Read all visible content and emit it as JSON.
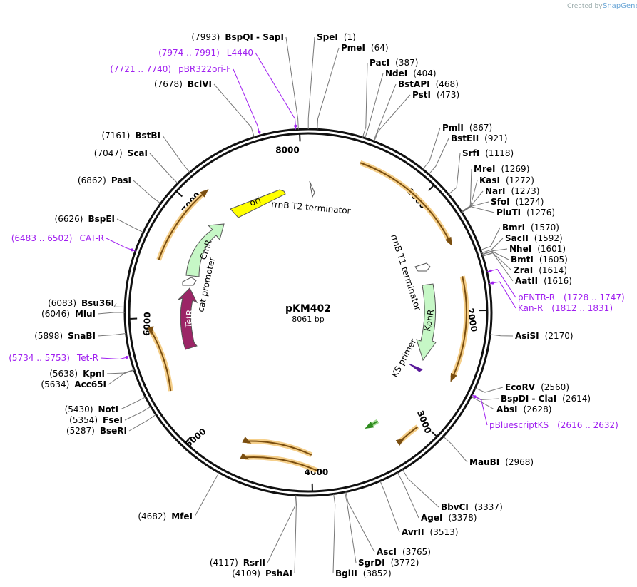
{
  "plasmid": {
    "name": "pKM402",
    "size_label": "8061 bp"
  },
  "credit": {
    "prefix": "Created by",
    "brand": "SnapGene"
  },
  "ticks": [
    "1000",
    "2000",
    "3000",
    "4000",
    "5000",
    "6000",
    "7000",
    "8000"
  ],
  "enzymes": [
    {
      "name": "SpeI",
      "pos": "(1)"
    },
    {
      "name": "PmeI",
      "pos": "(64)"
    },
    {
      "name": "PacI",
      "pos": "(387)"
    },
    {
      "name": "NdeI",
      "pos": "(404)"
    },
    {
      "name": "BstAPI",
      "pos": "(468)"
    },
    {
      "name": "PstI",
      "pos": "(473)"
    },
    {
      "name": "PmlI",
      "pos": "(867)"
    },
    {
      "name": "BstEII",
      "pos": "(921)"
    },
    {
      "name": "SrfI",
      "pos": "(1118)"
    },
    {
      "name": "MreI",
      "pos": "(1269)"
    },
    {
      "name": "KasI",
      "pos": "(1272)"
    },
    {
      "name": "NarI",
      "pos": "(1273)"
    },
    {
      "name": "SfoI",
      "pos": "(1274)"
    },
    {
      "name": "PluTI",
      "pos": "(1276)"
    },
    {
      "name": "BmrI",
      "pos": "(1570)"
    },
    {
      "name": "SacII",
      "pos": "(1592)"
    },
    {
      "name": "NheI",
      "pos": "(1601)"
    },
    {
      "name": "BmtI",
      "pos": "(1605)"
    },
    {
      "name": "ZraI",
      "pos": "(1614)"
    },
    {
      "name": "AatII",
      "pos": "(1616)"
    },
    {
      "name": "AsiSI",
      "pos": "(2170)"
    },
    {
      "name": "EcoRV",
      "pos": "(2560)"
    },
    {
      "name": "BspDI - ClaI",
      "pos": "(2614)"
    },
    {
      "name": "AbsI",
      "pos": "(2628)"
    },
    {
      "name": "MauBI",
      "pos": "(2968)"
    },
    {
      "name": "BbvCI",
      "pos": "(3337)"
    },
    {
      "name": "AgeI",
      "pos": "(3378)"
    },
    {
      "name": "AvrII",
      "pos": "(3513)"
    },
    {
      "name": "AscI",
      "pos": "(3765)"
    },
    {
      "name": "SgrDI",
      "pos": "(3772)"
    },
    {
      "name": "BglII",
      "pos": "(3852)"
    },
    {
      "name": "PshAI",
      "pos": "(4109)"
    },
    {
      "name": "RsrII",
      "pos": "(4117)"
    },
    {
      "name": "MfeI",
      "pos": "(4682)"
    },
    {
      "name": "BseRI",
      "pos": "(5287)"
    },
    {
      "name": "FseI",
      "pos": "(5354)"
    },
    {
      "name": "NotI",
      "pos": "(5430)"
    },
    {
      "name": "Acc65I",
      "pos": "(5634)"
    },
    {
      "name": "KpnI",
      "pos": "(5638)"
    },
    {
      "name": "SnaBI",
      "pos": "(5898)"
    },
    {
      "name": "MluI",
      "pos": "(6046)"
    },
    {
      "name": "Bsu36I",
      "pos": "(6083)"
    },
    {
      "name": "BspEI",
      "pos": "(6626)"
    },
    {
      "name": "PasI",
      "pos": "(6862)"
    },
    {
      "name": "ScaI",
      "pos": "(7047)"
    },
    {
      "name": "BstBI",
      "pos": "(7161)"
    },
    {
      "name": "BclVI",
      "pos": "(7678)"
    },
    {
      "name": "BspQI - SapI",
      "pos": "(7993)"
    }
  ],
  "primers": [
    {
      "name": "L4440",
      "range": "(7974 .. 7991)"
    },
    {
      "name": "pBR322ori-F",
      "range": "(7721 .. 7740)"
    },
    {
      "name": "CAT-R",
      "range": "(6483 .. 6502)"
    },
    {
      "name": "Tet-R",
      "range": "(5734 .. 5753)"
    },
    {
      "name": "pENTR-R",
      "range": "(1728 .. 1747)"
    },
    {
      "name": "Kan-R",
      "range": "(1812 .. 1831)"
    },
    {
      "name": "pBluescriptKS",
      "range": "(2616 .. 2632)"
    }
  ],
  "features": [
    {
      "name": "ori",
      "color": "#ffff00"
    },
    {
      "name": "CmR",
      "color": "#c6f7c6"
    },
    {
      "name": "TetR",
      "color": "#9b2566"
    },
    {
      "name": "KanR",
      "color": "#c6f7c6"
    },
    {
      "name": "rrnB T2 terminator",
      "color": "#ffffff"
    },
    {
      "name": "rrnB T1 terminator",
      "color": "#ffffff"
    },
    {
      "name": "cat promoter",
      "color": "#ffffff"
    },
    {
      "name": "KS primer",
      "color": "#5a1a9a"
    }
  ],
  "colors": {
    "primer": "#a020f0",
    "orf_fill": "#f5cf8a",
    "orf_line": "#7a4e10",
    "green_orf": "#2e8b1e",
    "leader_line": "#777777"
  }
}
